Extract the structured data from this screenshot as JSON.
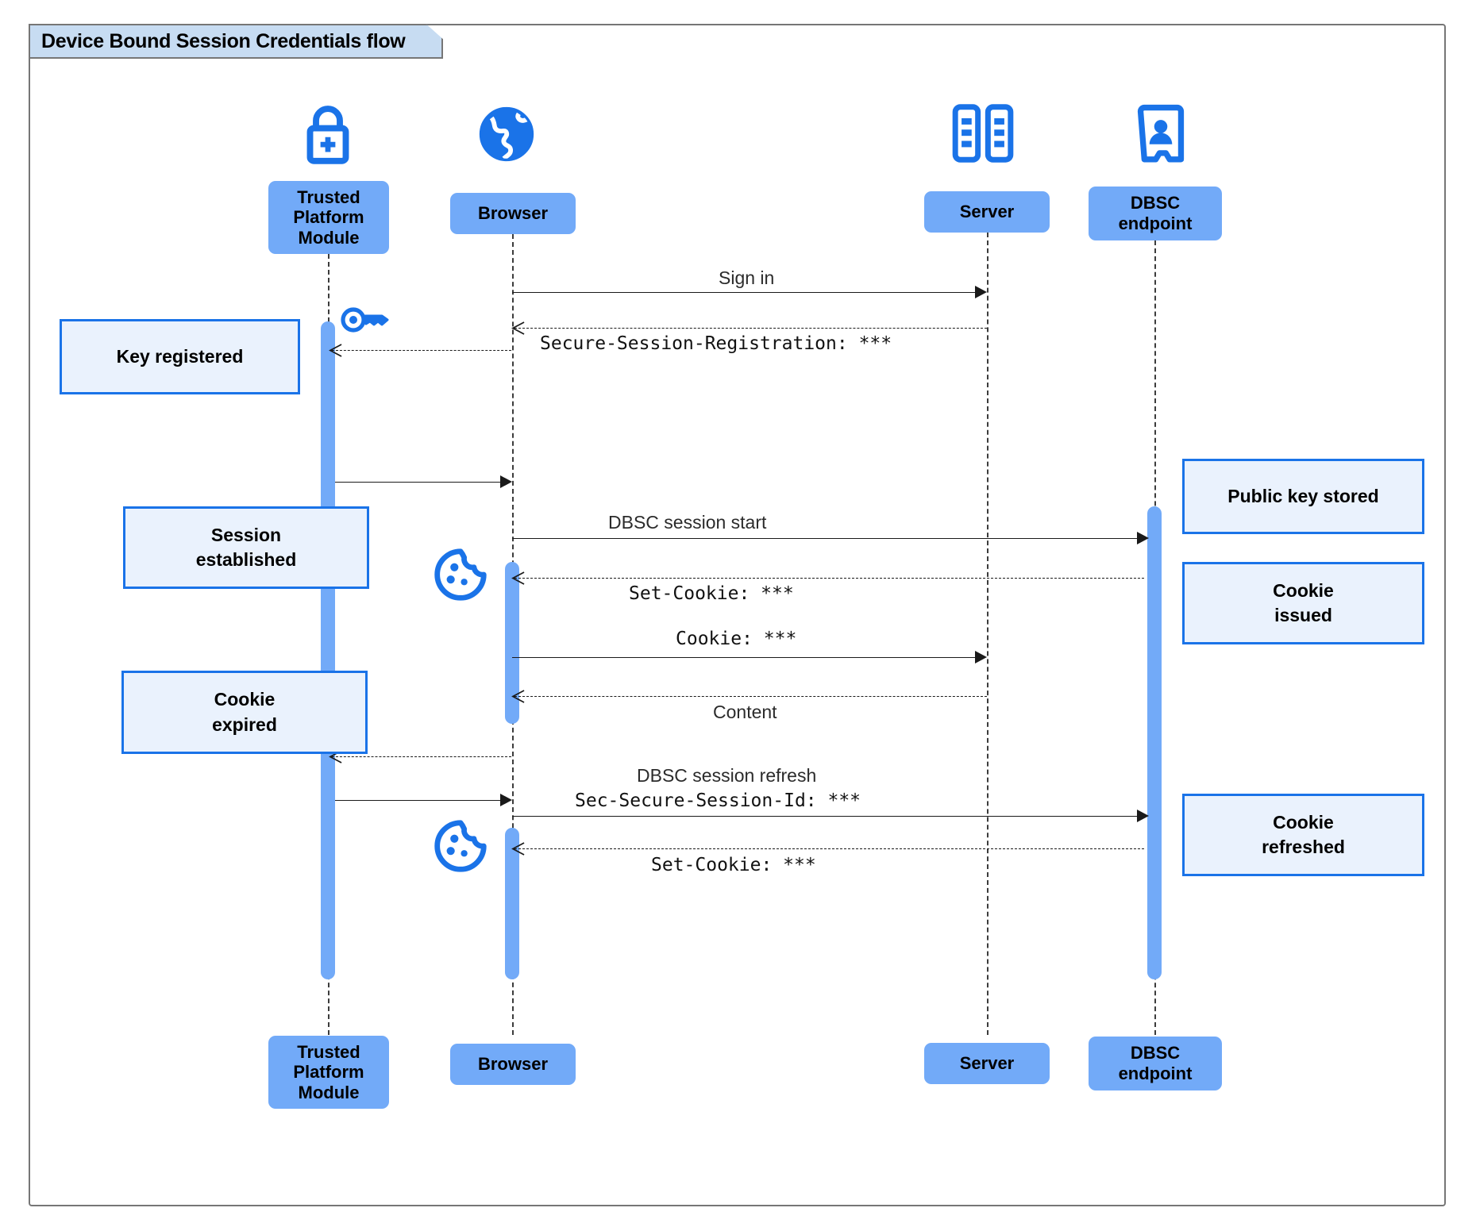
{
  "frame": {
    "title": "Device Bound Session Credentials flow"
  },
  "colors": {
    "participant_fill": "#72aaf8",
    "note_fill": "#eaf2fd",
    "note_border": "#1a73e8",
    "icon_blue": "#1a73e8",
    "frame_border": "#767676",
    "title_fill": "#c7dcf2"
  },
  "participants": [
    {
      "id": "tpm",
      "label": "Trusted\nPlatform\nModule",
      "icon": "padlock-plus-icon"
    },
    {
      "id": "browser",
      "label": "Browser",
      "icon": "globe-icon"
    },
    {
      "id": "server",
      "label": "Server",
      "icon": "server-rack-icon"
    },
    {
      "id": "dbsc",
      "label": "DBSC\nendpoint",
      "icon": "id-badge-icon"
    }
  ],
  "participants_footer": [
    {
      "id": "tpm",
      "label": "Trusted\nPlatform\nModule"
    },
    {
      "id": "browser",
      "label": "Browser"
    },
    {
      "id": "server",
      "label": "Server"
    },
    {
      "id": "dbsc",
      "label": "DBSC\nendpoint"
    }
  ],
  "messages": [
    {
      "id": "m1",
      "text": "Sign in",
      "style": "sans",
      "from": "browser",
      "to": "server",
      "line": "solid"
    },
    {
      "id": "m2",
      "text": "Secure-Session-Registration: ***",
      "style": "mono",
      "from": "server",
      "to": "browser",
      "line": "dashed"
    },
    {
      "id": "m3",
      "text": "",
      "style": "sans",
      "from": "browser",
      "to": "tpm",
      "line": "dashed"
    },
    {
      "id": "m4",
      "text": "",
      "style": "sans",
      "from": "tpm",
      "to": "browser",
      "line": "solid"
    },
    {
      "id": "m5",
      "text": "DBSC session start",
      "style": "sans",
      "from": "browser",
      "to": "dbsc",
      "line": "solid"
    },
    {
      "id": "m6",
      "text": "Set-Cookie: ***",
      "style": "mono",
      "from": "dbsc",
      "to": "browser",
      "line": "dashed"
    },
    {
      "id": "m7",
      "text": "Cookie: ***",
      "style": "mono",
      "from": "browser",
      "to": "server",
      "line": "solid"
    },
    {
      "id": "m8",
      "text": "Content",
      "style": "sans",
      "from": "server",
      "to": "browser",
      "line": "dashed"
    },
    {
      "id": "m9",
      "text": "",
      "style": "sans",
      "from": "browser",
      "to": "tpm",
      "line": "dashed"
    },
    {
      "id": "m10",
      "text": "DBSC session refresh",
      "style": "sans",
      "from": "tpm",
      "to": "browser",
      "line": "solid"
    },
    {
      "id": "m11",
      "text": "Sec-Secure-Session-Id: ***",
      "style": "mono",
      "from": "browser",
      "to": "dbsc",
      "line": "solid"
    },
    {
      "id": "m12",
      "text": "Set-Cookie: ***",
      "style": "mono",
      "from": "dbsc",
      "to": "browser",
      "line": "dashed"
    }
  ],
  "notes": [
    {
      "id": "n1",
      "text": "Key registered",
      "side": "left"
    },
    {
      "id": "n2",
      "text": "Session\nestablished",
      "side": "left"
    },
    {
      "id": "n3",
      "text": "Cookie\nexpired",
      "side": "left"
    },
    {
      "id": "n4",
      "text": "Public key stored",
      "side": "right"
    },
    {
      "id": "n5",
      "text": "Cookie\nissued",
      "side": "right"
    },
    {
      "id": "n6",
      "text": "Cookie\nrefreshed",
      "side": "right"
    }
  ],
  "inline_icons": [
    {
      "id": "key1",
      "name": "key-icon"
    },
    {
      "id": "cookie1",
      "name": "cookie-icon"
    },
    {
      "id": "cookie2",
      "name": "cookie-icon"
    }
  ]
}
